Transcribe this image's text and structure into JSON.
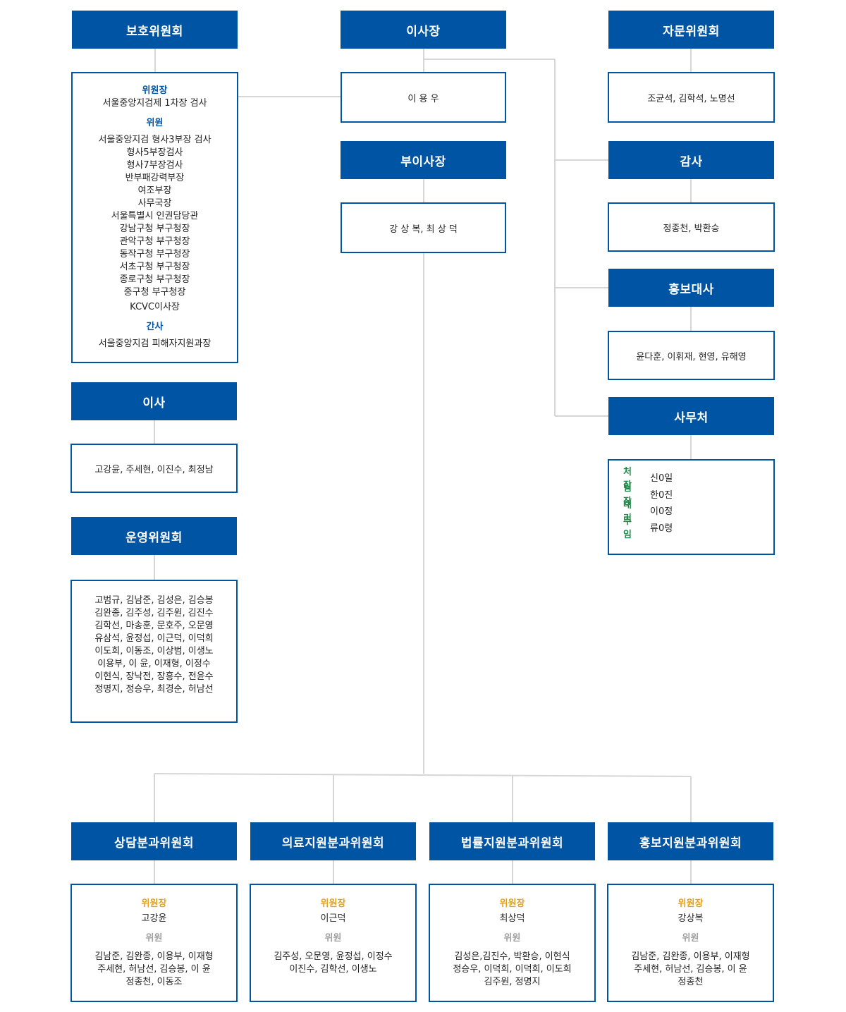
{
  "colors": {
    "header": "#0054a4",
    "line": "#d6d6d6",
    "label_blue": "#0054a4",
    "label_gold": "#e6a117",
    "label_gray": "#a0a0a0",
    "label_green": "#1d8a4a"
  },
  "protection": {
    "title": "보호위원회",
    "chair_label": "위원장",
    "chair": "서울중앙지검제 1차장 검사",
    "members_label": "위원",
    "members": [
      "서울중앙지검 형사3부장 검사",
      "형사5부장검사",
      "형사7부장검사",
      "반부패강력부장",
      "여조부장",
      "사무국장",
      "서울특별시 인권담당관",
      "강남구청 부구청장",
      "관악구청 부구청장",
      "동작구청 부구청장",
      "서초구청 부구청장",
      "종로구청 부구청장",
      "중구청 부구청장",
      "KCVC이사장"
    ],
    "secretary_label": "간사",
    "secretary": "서울중앙지검 피해자지원과장"
  },
  "chairman": {
    "title": "이사장",
    "name": "이 용 우"
  },
  "vice_chairman": {
    "title": "부이사장",
    "names": "강 상 복, 최 상 덕"
  },
  "advisory": {
    "title": "자문위원회",
    "names": "조균석, 김학석, 노명선"
  },
  "auditor": {
    "title": "감사",
    "names": "정종천, 박환승"
  },
  "ambassador": {
    "title": "홍보대사",
    "names": "윤다훈, 이휘재, 현영, 유해영"
  },
  "secretariat": {
    "title": "사무처",
    "staff": [
      {
        "role": "처 장",
        "name": "신0일"
      },
      {
        "role": "팀 장",
        "name": "한0진"
      },
      {
        "role": "대 리",
        "name": "이0정"
      },
      {
        "role": "주 임",
        "name": "류0령"
      }
    ]
  },
  "directors": {
    "title": "이사",
    "names": "고강윤, 주세현, 이진수, 최정남"
  },
  "operations": {
    "title": "운영위원회",
    "members": [
      "고범규, 김남준, 김성은, 김승봉",
      "김완종, 김주성, 김주원, 김진수",
      "김학선, 마송훈, 문호주, 오문영",
      "유삼석, 윤정섭, 이근덕, 이덕희",
      "이도희, 이동조, 이상범, 이생노",
      "이용부, 이 윤, 이재형, 이정수",
      "이현식, 장낙전, 장흥수, 전윤수",
      "정명지, 정승우, 최경순, 허남선"
    ]
  },
  "subcommittees": [
    {
      "title": "상담분과위원회",
      "chair_label": "위원장",
      "chair": "고강윤",
      "members_label": "위원",
      "members": [
        "김남준, 김완종, 이용부, 이재형",
        "주세현, 허남선, 김승봉, 이 윤",
        "정종천, 이동조"
      ]
    },
    {
      "title": "의료지원분과위원회",
      "chair_label": "위원장",
      "chair": "이근덕",
      "members_label": "위원",
      "members": [
        "김주성, 오문영, 윤정섭, 이정수",
        "이진수, 김학선, 이생노"
      ]
    },
    {
      "title": "법률지원분과위원회",
      "chair_label": "위원장",
      "chair": "최상덕",
      "members_label": "위원",
      "members": [
        "김성은,김진수, 박환승, 이현식",
        "정승우, 이덕희, 이덕희, 이도희",
        "김주원, 정명지"
      ]
    },
    {
      "title": "홍보지원분과위원회",
      "chair_label": "위원장",
      "chair": "강상복",
      "members_label": "위원",
      "members": [
        "김남준, 김완종, 이용부, 이재형",
        "주세현, 허남선, 김승봉, 이 윤",
        "정종천"
      ]
    }
  ]
}
